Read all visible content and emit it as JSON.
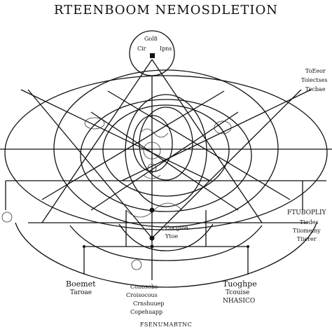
{
  "title": "RTEENBOOM NEMOSDLETION",
  "top_circle": {
    "line1": "Gol8",
    "line2": "Cir",
    "line3": "Ipns"
  },
  "right_top": {
    "line1": "ToEeor",
    "line2": "Toiectses",
    "line3": "Tecbae"
  },
  "right_mid": {
    "line1": "FTUBOPLIY",
    "line2": "Tiedes",
    "line3": "Tiiomemy",
    "line4": "Tiierer"
  },
  "center_small": {
    "line1": "Cocgion",
    "line2": "Ytoe"
  },
  "bottom_left": {
    "line1": "Boemet",
    "line2": "Taroae"
  },
  "bottom_center": {
    "line1": "Conosobs",
    "line2": "Croisocous",
    "line3": "Crnshuuep",
    "line4": "Copehuapp"
  },
  "bottom_right": {
    "line1": "Tuoghpe",
    "line2": "Tcouise",
    "line3": "NHASICO"
  },
  "footer": "FSENUMARTNC"
}
